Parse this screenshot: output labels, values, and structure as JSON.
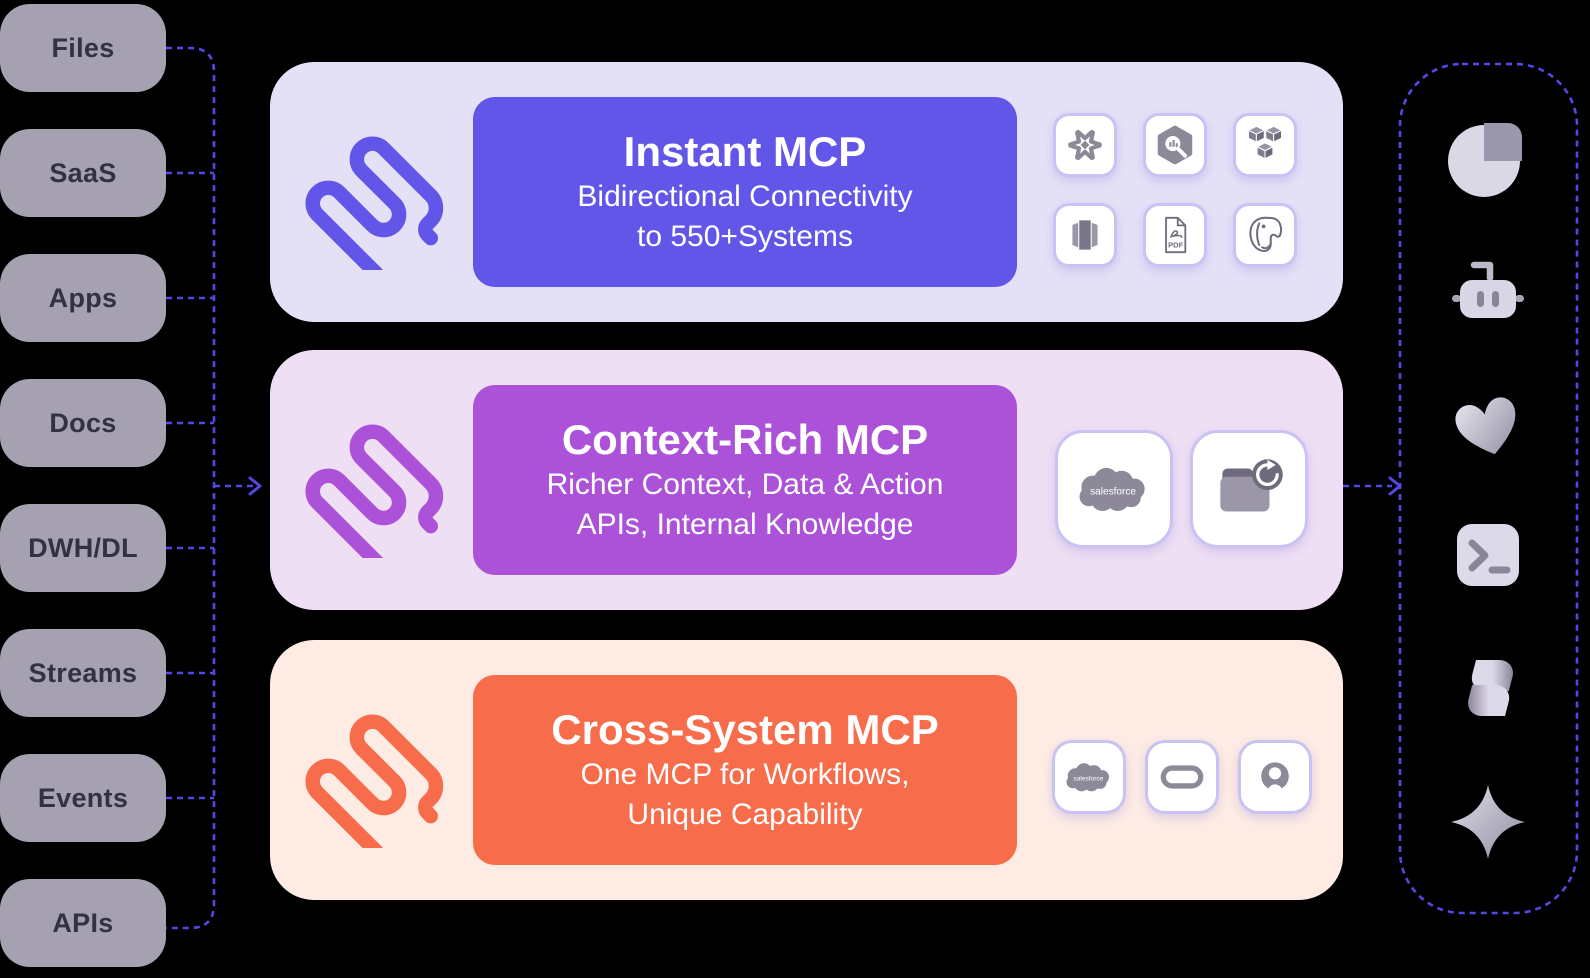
{
  "sources": {
    "items": [
      "Files",
      "SaaS",
      "Apps",
      "Docs",
      "DWH/DL",
      "Streams",
      "Events",
      "APIs"
    ]
  },
  "panels": [
    {
      "title": "Instant MCP",
      "subtitle1": "Bidirectional Connectivity",
      "subtitle2": "to 550+Systems",
      "accent": "#6156E8",
      "bg": "#E4E1F7",
      "integrations": [
        "snowflake",
        "bigquery",
        "aws-cubes",
        "redshift",
        "pdf",
        "postgresql"
      ]
    },
    {
      "title": "Context-Rich MCP",
      "subtitle1": "Richer Context, Data & Action",
      "subtitle2": "APIs, Internal Knowledge",
      "accent": "#AB52D8",
      "bg": "#EFDFF4",
      "integrations": [
        "salesforce",
        "folder-sync"
      ]
    },
    {
      "title": "Cross-System MCP",
      "subtitle1": "One MCP for Workflows,",
      "subtitle2": "Unique Capability",
      "accent": "#F76C4A",
      "bg": "#FDEBE4",
      "integrations": [
        "salesforce",
        "oracle",
        "support-agent"
      ]
    }
  ],
  "consumers": {
    "icons": [
      "pie-chart",
      "robot",
      "heart",
      "terminal",
      "copilot",
      "sparkle"
    ]
  },
  "labels": {
    "salesforce": "salesforce",
    "pdf": "PDF"
  },
  "colors": {
    "background": "#000000",
    "connector": "#5348E4",
    "source_box_bg": "#A6A1B1",
    "source_box_text": "#343046",
    "tile_border": "#C9C3F3",
    "icon_gray": "#8D8999",
    "icon_gray_dark": "#6F6B7C",
    "icon_gray_light": "#DBD8E6"
  }
}
